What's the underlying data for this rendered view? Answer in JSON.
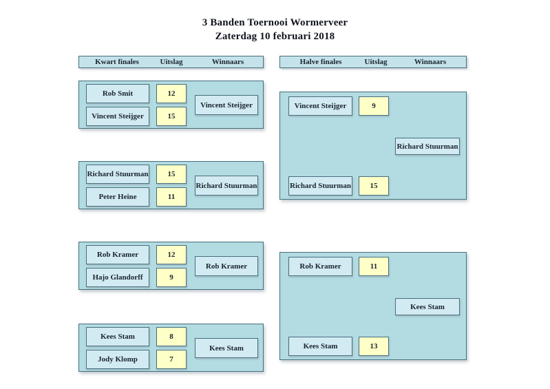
{
  "title": {
    "line1": "3 Banden Toernooi Wormerveer",
    "line2": "Zaterdag 10 februari 2018"
  },
  "colors": {
    "panel": "#b2dbe2",
    "player_box": "#d2eaf1",
    "score_box": "#ffffc8",
    "header_bar": "#c4e2e9",
    "border": "#466e7d"
  },
  "quarter_finals": {
    "headers": [
      "Kwart finales",
      "Uitslag",
      "Winnaars"
    ],
    "matches": [
      {
        "player1": "Rob Smit",
        "score1": "12",
        "player2": "Vincent Steijger",
        "score2": "15",
        "winner": "Vincent Steijger"
      },
      {
        "player1": "Richard Stuurman",
        "score1": "15",
        "player2": "Peter Heine",
        "score2": "11",
        "winner": "Richard Stuurman"
      },
      {
        "player1": "Rob Kramer",
        "score1": "12",
        "player2": "Hajo Glandorff",
        "score2": "9",
        "winner": "Rob Kramer"
      },
      {
        "player1": "Kees Stam",
        "score1": "8",
        "player2": "Jody Klomp",
        "score2": "7",
        "winner": "Kees Stam"
      }
    ]
  },
  "semi_finals": {
    "headers": [
      "Halve finales",
      "Uitslag",
      "Winnaars"
    ],
    "matches": [
      {
        "player1": "Vincent Steijger",
        "score1": "9",
        "player2": "Richard Stuurman",
        "score2": "15",
        "winner": "Richard Stuurman"
      },
      {
        "player1": "Rob Kramer",
        "score1": "11",
        "player2": "Kees Stam",
        "score2": "13",
        "winner": "Kees Stam"
      }
    ]
  }
}
